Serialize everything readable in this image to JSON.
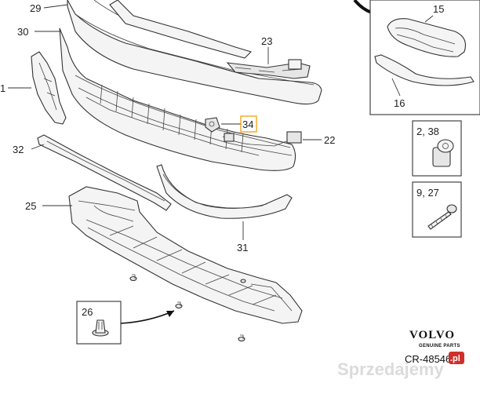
{
  "callouts": {
    "c29": "29",
    "c30": "30",
    "c1": "1",
    "c23": "23",
    "c15": "15",
    "c16": "16",
    "c34": "34",
    "c22": "22",
    "c32": "32",
    "c238": "2, 38",
    "c25": "25",
    "c927": "9, 27",
    "c31": "31",
    "c26": "26"
  },
  "brand": {
    "name": "VOLVO",
    "subtitle": "GENUINE PARTS"
  },
  "reference": "CR-48546",
  "watermark": {
    "text": "Sprzedajemy",
    "suffix": ".pl"
  },
  "colors": {
    "highlight": "#f5a623",
    "watermark_badge": "#d0302b"
  }
}
